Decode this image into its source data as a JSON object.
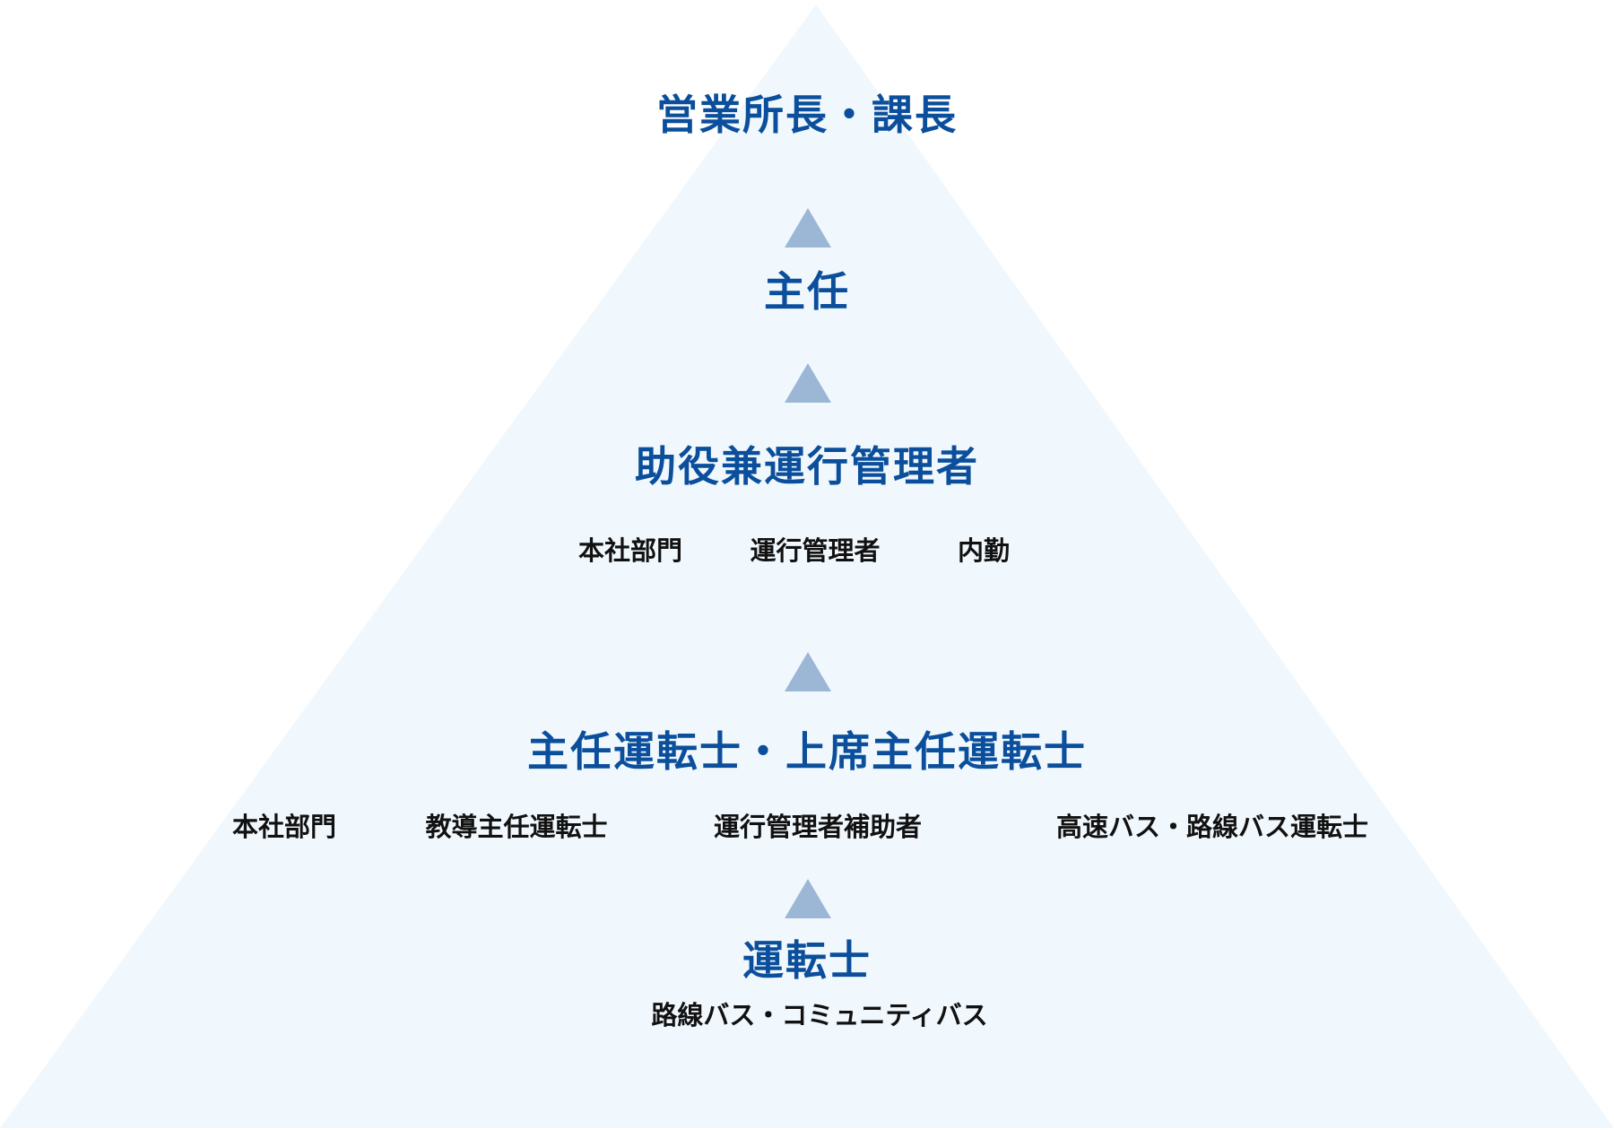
{
  "colors": {
    "pyramid_fill": "#f1f8fd",
    "title_text": "#0b4f9c",
    "arrow": "#9cb6d6",
    "sub_text": "#111111"
  },
  "levels": {
    "top": {
      "title": "営業所長・課長"
    },
    "chief": {
      "title": "主任"
    },
    "assistant": {
      "title": "助役兼運行管理者",
      "roles": [
        "本社部門",
        "運行管理者",
        "内勤"
      ]
    },
    "chief_driver": {
      "title": "主任運転士・上席主任運転士",
      "roles": [
        "本社部門",
        "教導主任運転士",
        "運行管理者補助者",
        "高速バス・路線バス運転士"
      ]
    },
    "driver": {
      "title": "運転士",
      "roles": [
        "路線バス・コミュニティバス"
      ]
    }
  }
}
